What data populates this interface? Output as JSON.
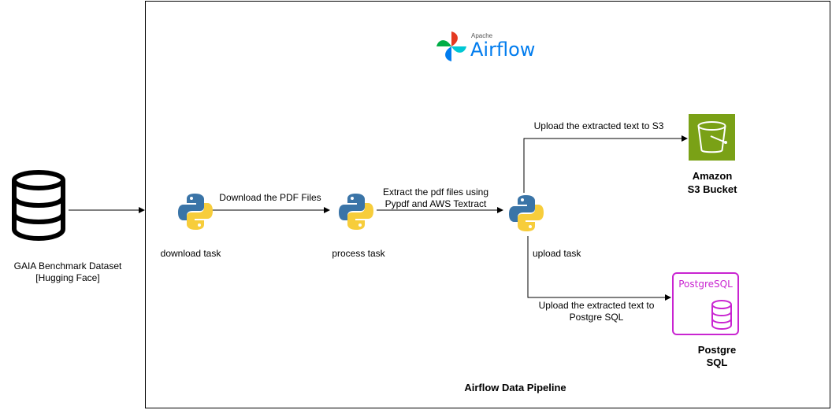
{
  "diagram": {
    "title": "Airflow Data Pipeline",
    "source": {
      "line1": "GAIA Benchmark Dataset",
      "line2": "[Hugging Face]"
    },
    "logo": {
      "small": "Apache",
      "big": "Airflow"
    },
    "tasks": [
      {
        "label": "download task",
        "icon": "python-icon"
      },
      {
        "label": "process task",
        "icon": "python-icon"
      },
      {
        "label": "upload task",
        "icon": "python-icon"
      }
    ],
    "edges": {
      "download": "Download the PDF Files",
      "extract_line1": "Extract the pdf files using",
      "extract_line2": "Pypdf and AWS Textract",
      "to_s3": "Upload the extracted text to S3",
      "to_pg_line1": "Upload the extracted text to",
      "to_pg_line2": "Postgre SQL"
    },
    "targets": {
      "s3_line1": "Amazon",
      "s3_line2": "S3 Bucket",
      "pg_icon_text": "PostgreSQL",
      "pg_line1": "Postgre",
      "pg_line2": "SQL"
    },
    "colors": {
      "python_blue": "#3a74a7",
      "python_yellow": "#f7cd3b",
      "s3_green": "#7aa116",
      "postgres_magenta": "#c925d1",
      "airflow_blue": "#017cee"
    }
  }
}
